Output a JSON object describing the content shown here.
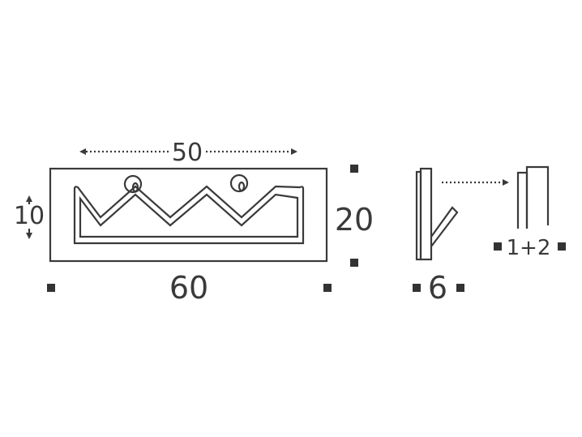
{
  "dimensions": {
    "top_width": "50",
    "left_height": "10",
    "right_height": "20",
    "bottom_width": "60",
    "side_depth": "6",
    "variant": "1+2"
  },
  "colors": {
    "line": "#3a3a3a",
    "marker": "#333333",
    "background": "#ffffff"
  }
}
